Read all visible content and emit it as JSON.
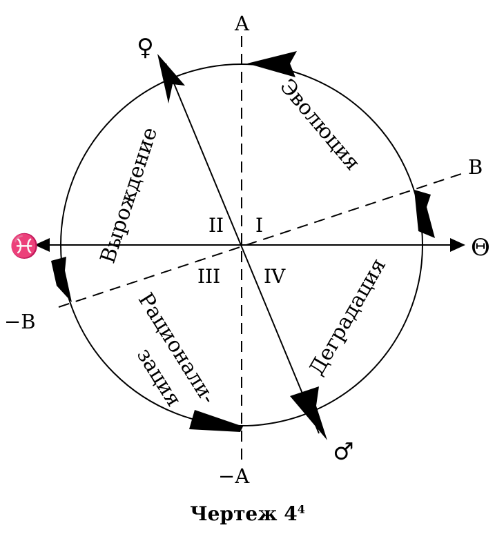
{
  "diagram": {
    "axis_labels": {
      "top": "A",
      "bottom": "−A",
      "right_upper": "B",
      "left_lower": "−B"
    },
    "planet_symbols": {
      "venus": "♀",
      "mars": "♂",
      "pisces": "♓",
      "right_end": "Θ"
    },
    "quadrants": [
      "I",
      "II",
      "III",
      "IV"
    ],
    "arc_labels": {
      "evolution": "Эволюция",
      "degeneration": "Вырождение",
      "degradation": "Деградация",
      "rationalization_line1": "Рационали-",
      "rationalization_line2": "зация"
    }
  },
  "caption": {
    "text": "Чертеж 4",
    "superscript": "4"
  }
}
